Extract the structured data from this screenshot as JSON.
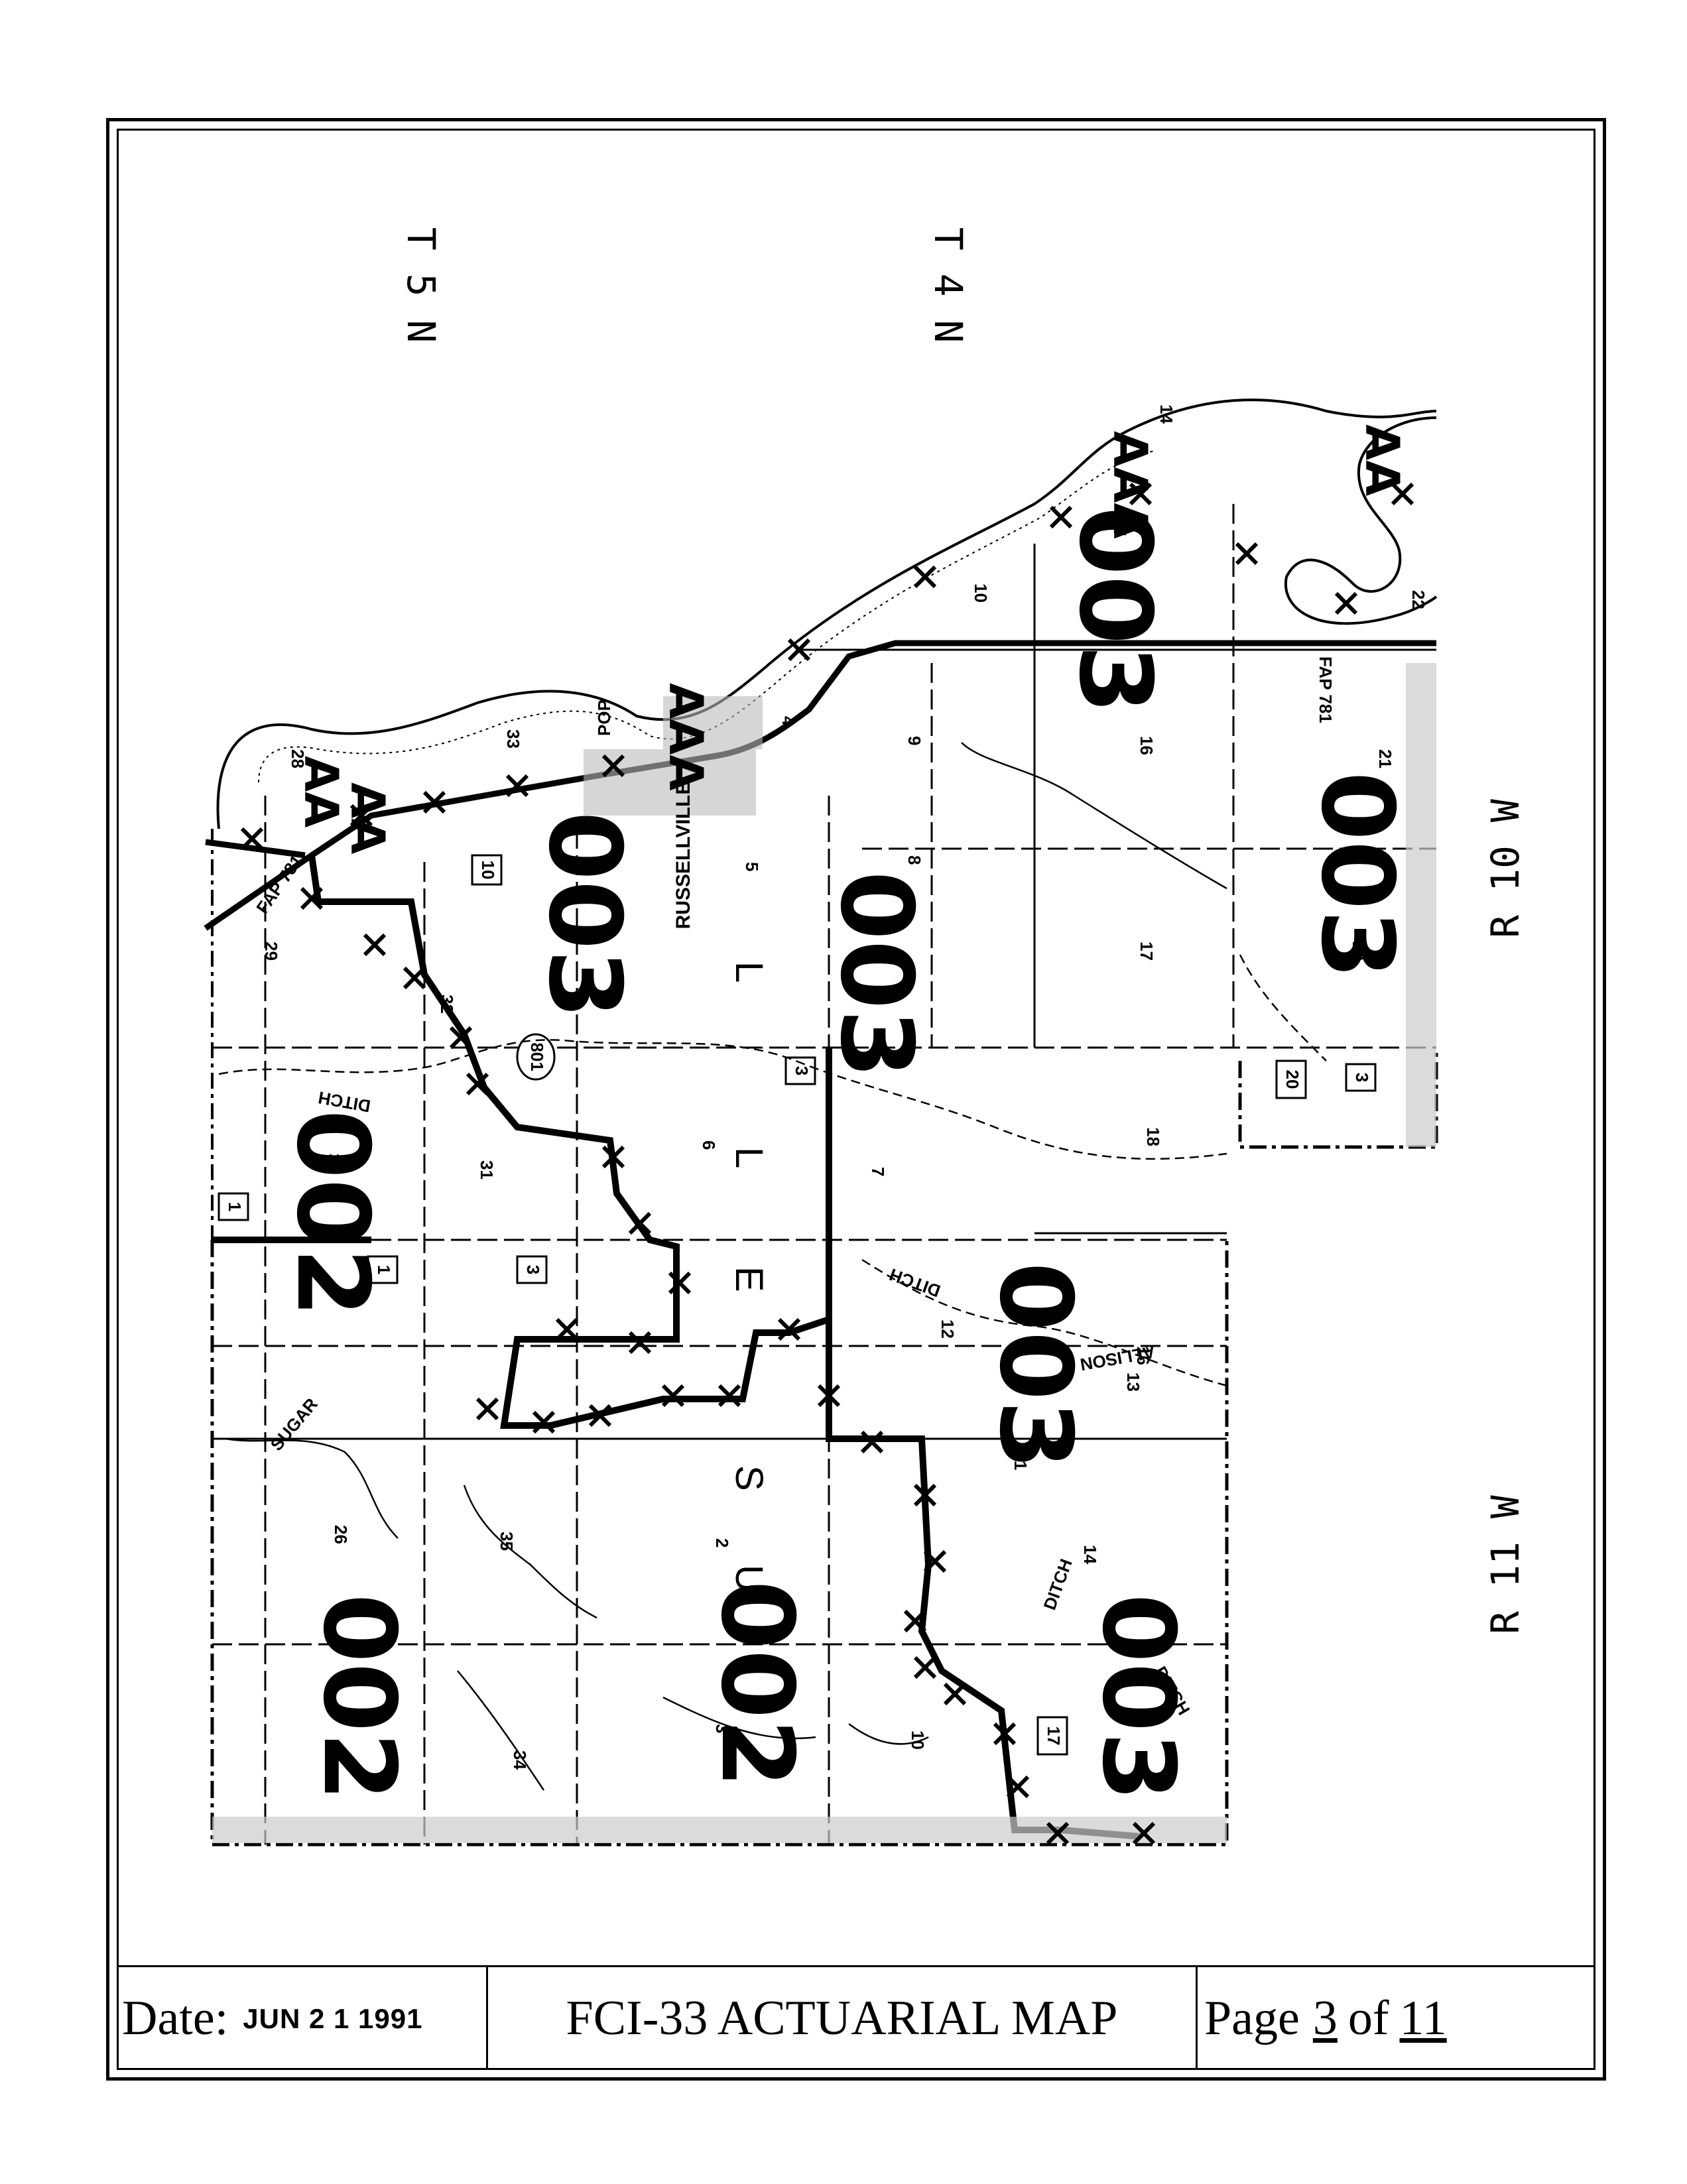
{
  "footer": {
    "date_label": "Date:",
    "date_stamp": "JUN 2 1 1991",
    "title": "FCI-33 ACTUARIAL MAP",
    "page_label": "Page",
    "page_number": "3",
    "page_of": "of",
    "page_total": "11"
  },
  "map": {
    "township_left": "T 5 N",
    "township_right": "T 4 N",
    "range_upper": "R 10 W",
    "range_lower": "R 11 W",
    "place_name": "RUSSELLVILLE",
    "county_letters": [
      "L",
      "L",
      "E",
      "S",
      "U"
    ],
    "road_labels": [
      "FAP 781",
      "FAP 781",
      "POP",
      "DITCH",
      "SUGAR",
      "DITCH",
      "DITCH",
      "ALLISON",
      "DITCH"
    ],
    "route_shields": [
      "1",
      "1",
      "3",
      "3",
      "10",
      "20",
      "3",
      "17",
      "801"
    ],
    "sections": [
      "29",
      "28",
      "33",
      "4",
      "5",
      "8",
      "17",
      "16",
      "9",
      "10",
      "15",
      "14",
      "22",
      "21",
      "20",
      "30",
      "31",
      "6",
      "7",
      "18",
      "32",
      "26",
      "35",
      "2",
      "11",
      "12",
      "13",
      "14",
      "34",
      "3",
      "10",
      "16"
    ],
    "zones": [
      "002",
      "002",
      "002",
      "002",
      "003",
      "003",
      "003",
      "003",
      "003",
      "003",
      "003"
    ],
    "stage_marks": [
      "AA",
      "AA",
      "AAA",
      "AAA",
      "AA"
    ]
  }
}
